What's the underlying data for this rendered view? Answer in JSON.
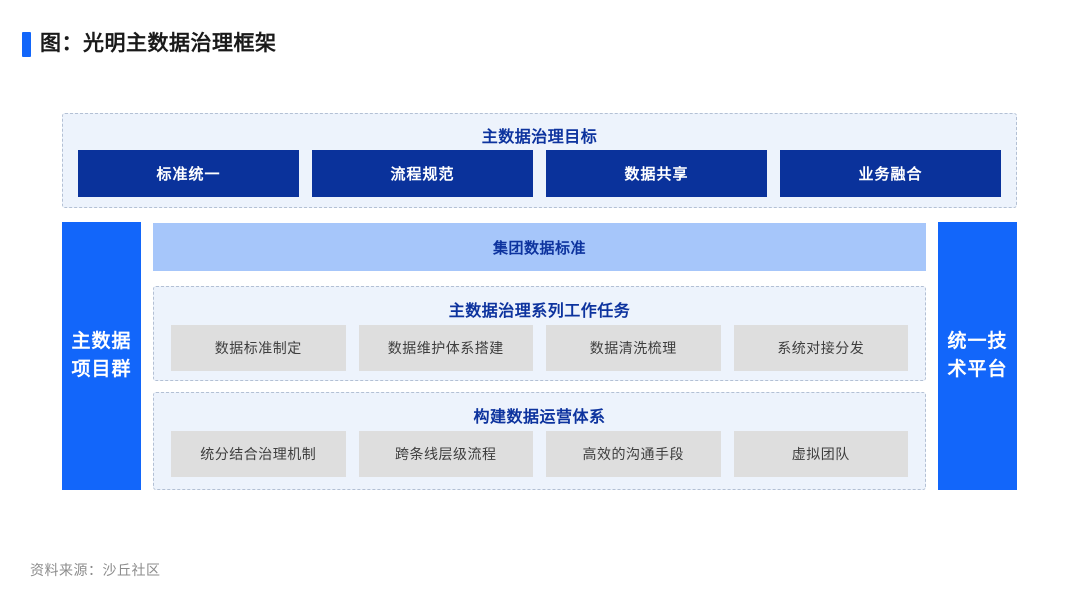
{
  "page": {
    "title": "图：光明主数据治理框架",
    "source": "资料来源：沙丘社区"
  },
  "colors": {
    "accent_blue": "#1266FA",
    "navy_box": "#0A329B",
    "light_blue_bar": "#A6C6FA",
    "panel_bg": "#EDF3FC",
    "dashed_border": "#B3C0D4",
    "panel_title_navy": "#0D339E",
    "gray_box_bg": "#DEDEDE",
    "gray_box_text": "#3E3E3E",
    "footer_gray": "#8C8C8C",
    "title_black": "#1A1A1A"
  },
  "goals_panel": {
    "title": "主数据治理目标",
    "items": [
      "标准统一",
      "流程规范",
      "数据共享",
      "业务融合"
    ]
  },
  "framework": {
    "left_pillar": {
      "line1": "主数据",
      "line2": "项目群",
      "full": "主数据项目群"
    },
    "right_pillar": {
      "line1": "统一技",
      "line2": "术平台",
      "full": "统一技术平台"
    },
    "standard_bar": "集团数据标准",
    "sections": [
      {
        "title": "主数据治理系列工作任务",
        "items": [
          "数据标准制定",
          "数据维护体系搭建",
          "数据清洗梳理",
          "系统对接分发"
        ]
      },
      {
        "title": "构建数据运营体系",
        "items": [
          "统分结合治理机制",
          "跨条线层级流程",
          "高效的沟通手段",
          "虚拟团队"
        ]
      }
    ]
  }
}
